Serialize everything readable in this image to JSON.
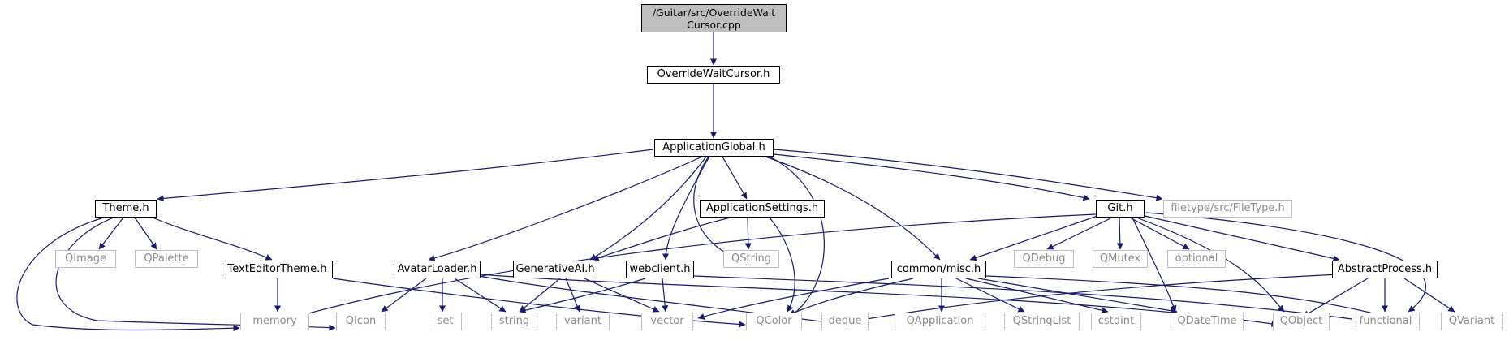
{
  "diagram": {
    "nodes": {
      "root": "/Guitar/src/OverrideWait\nCursor.cpp",
      "overridewaitcursor_h": "OverrideWaitCursor.h",
      "applicationglobal_h": "ApplicationGlobal.h",
      "theme_h": "Theme.h",
      "applicationsettings_h": "ApplicationSettings.h",
      "git_h": "Git.h",
      "filetype_h": "filetype/src/FileType.h",
      "qimage": "QImage",
      "qpalette": "QPalette",
      "texteditortheme_h": "TextEditorTheme.h",
      "avatarloader_h": "AvatarLoader.h",
      "generativeai_h": "GenerativeAI.h",
      "webclient_h": "webclient.h",
      "qstring": "QString",
      "common_misc_h": "common/misc.h",
      "qdebug": "QDebug",
      "qmutex": "QMutex",
      "optional": "optional",
      "abstractprocess_h": "AbstractProcess.h",
      "memory": "memory",
      "qicon": "QIcon",
      "set": "set",
      "string": "string",
      "variant": "variant",
      "vector": "vector",
      "qcolor": "QColor",
      "deque": "deque",
      "qapplication": "QApplication",
      "qstringlist": "QStringList",
      "cstdint": "cstdint",
      "qdatetime": "QDateTime",
      "qobject": "QObject",
      "functional": "functional",
      "qvariant": "QVariant"
    },
    "colors": {
      "edge": "#191970",
      "box_border": "#000000",
      "external_border": "#bfbfbf",
      "external_text": "#8c8c8c",
      "root_fill": "#bfbfbf"
    }
  }
}
